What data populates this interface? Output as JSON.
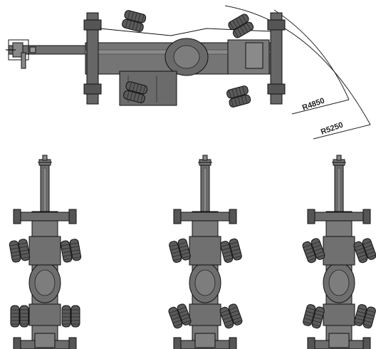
{
  "dimensions": {
    "inner_radius_label": "R4850",
    "outer_radius_label": "R5250"
  },
  "colors": {
    "chassis": "#6f6f6f",
    "chassis_dark": "#4a4a4a",
    "tire": "#555555",
    "outline": "#111111",
    "dimension_line": "#222222"
  },
  "views": [
    {
      "name": "top-view-steering-turn",
      "steering": "rotated"
    },
    {
      "name": "plan-view-straight",
      "steering": "straight"
    },
    {
      "name": "plan-view-crab-left",
      "steering": "crab"
    },
    {
      "name": "plan-view-crab-right",
      "steering": "crab"
    }
  ]
}
